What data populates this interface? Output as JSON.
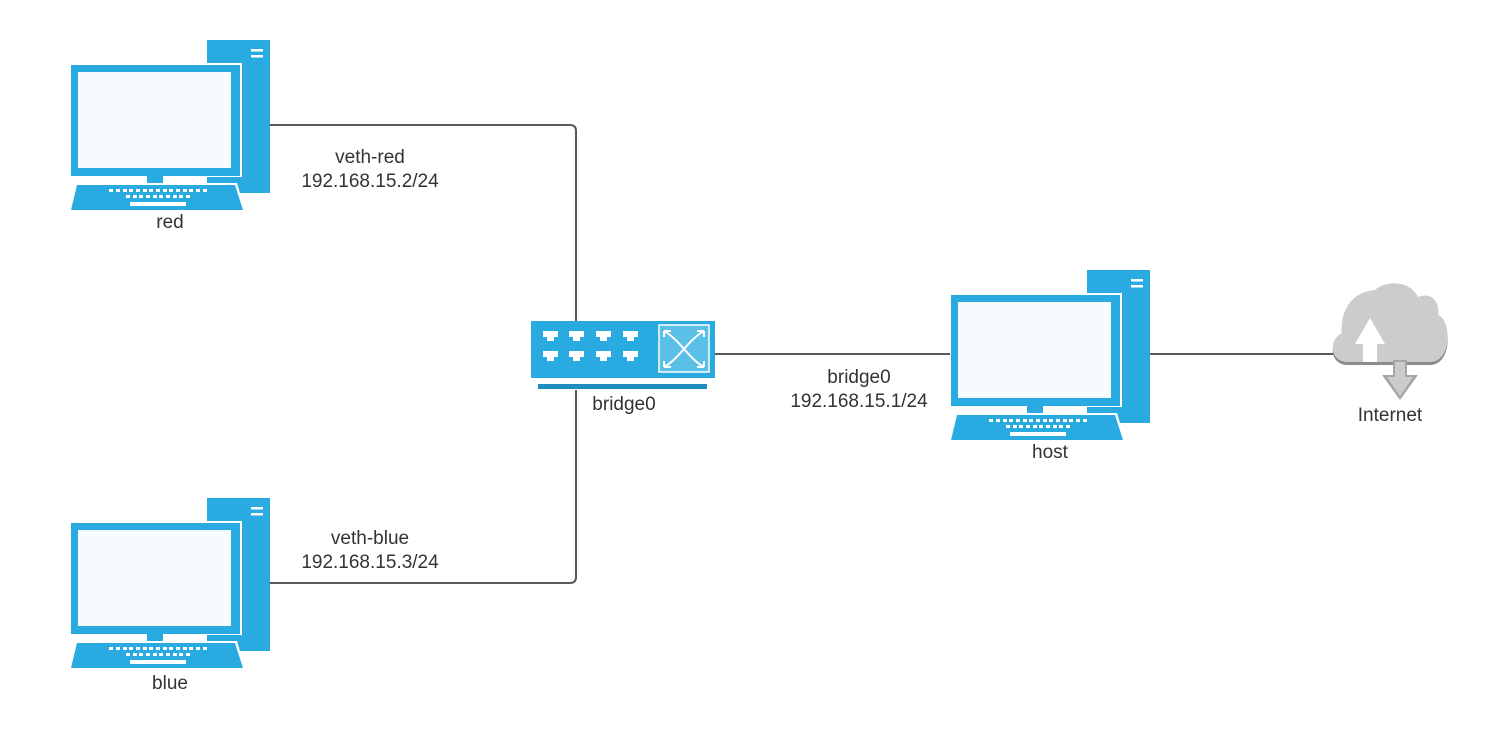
{
  "diagram": {
    "type": "network-topology",
    "colors": {
      "device": "#29abe2",
      "device_screen": "#f7fbfd",
      "switch_underline": "#1f8dbd",
      "switch_xbox": "#5bc0e8",
      "line": "#5a5a5a",
      "cloud": "#cccccc",
      "cloud_shadow": "#8c8c8c",
      "text": "#333333"
    },
    "nodes": {
      "red": {
        "label": "red",
        "icon": "desktop-computer-icon"
      },
      "blue": {
        "label": "blue",
        "icon": "desktop-computer-icon"
      },
      "bridge": {
        "label": "bridge0",
        "icon": "network-switch-icon"
      },
      "host": {
        "label": "host",
        "icon": "desktop-computer-icon"
      },
      "internet": {
        "label": "Internet",
        "icon": "cloud-upload-download-icon"
      }
    },
    "edges": {
      "red_bridge": {
        "iface": "veth-red",
        "ip": "192.168.15.2/24"
      },
      "blue_bridge": {
        "iface": "veth-blue",
        "ip": "192.168.15.3/24"
      },
      "bridge_host": {
        "iface": "bridge0",
        "ip": "192.168.15.1/24"
      },
      "host_internet": {
        "iface": "",
        "ip": ""
      }
    }
  }
}
